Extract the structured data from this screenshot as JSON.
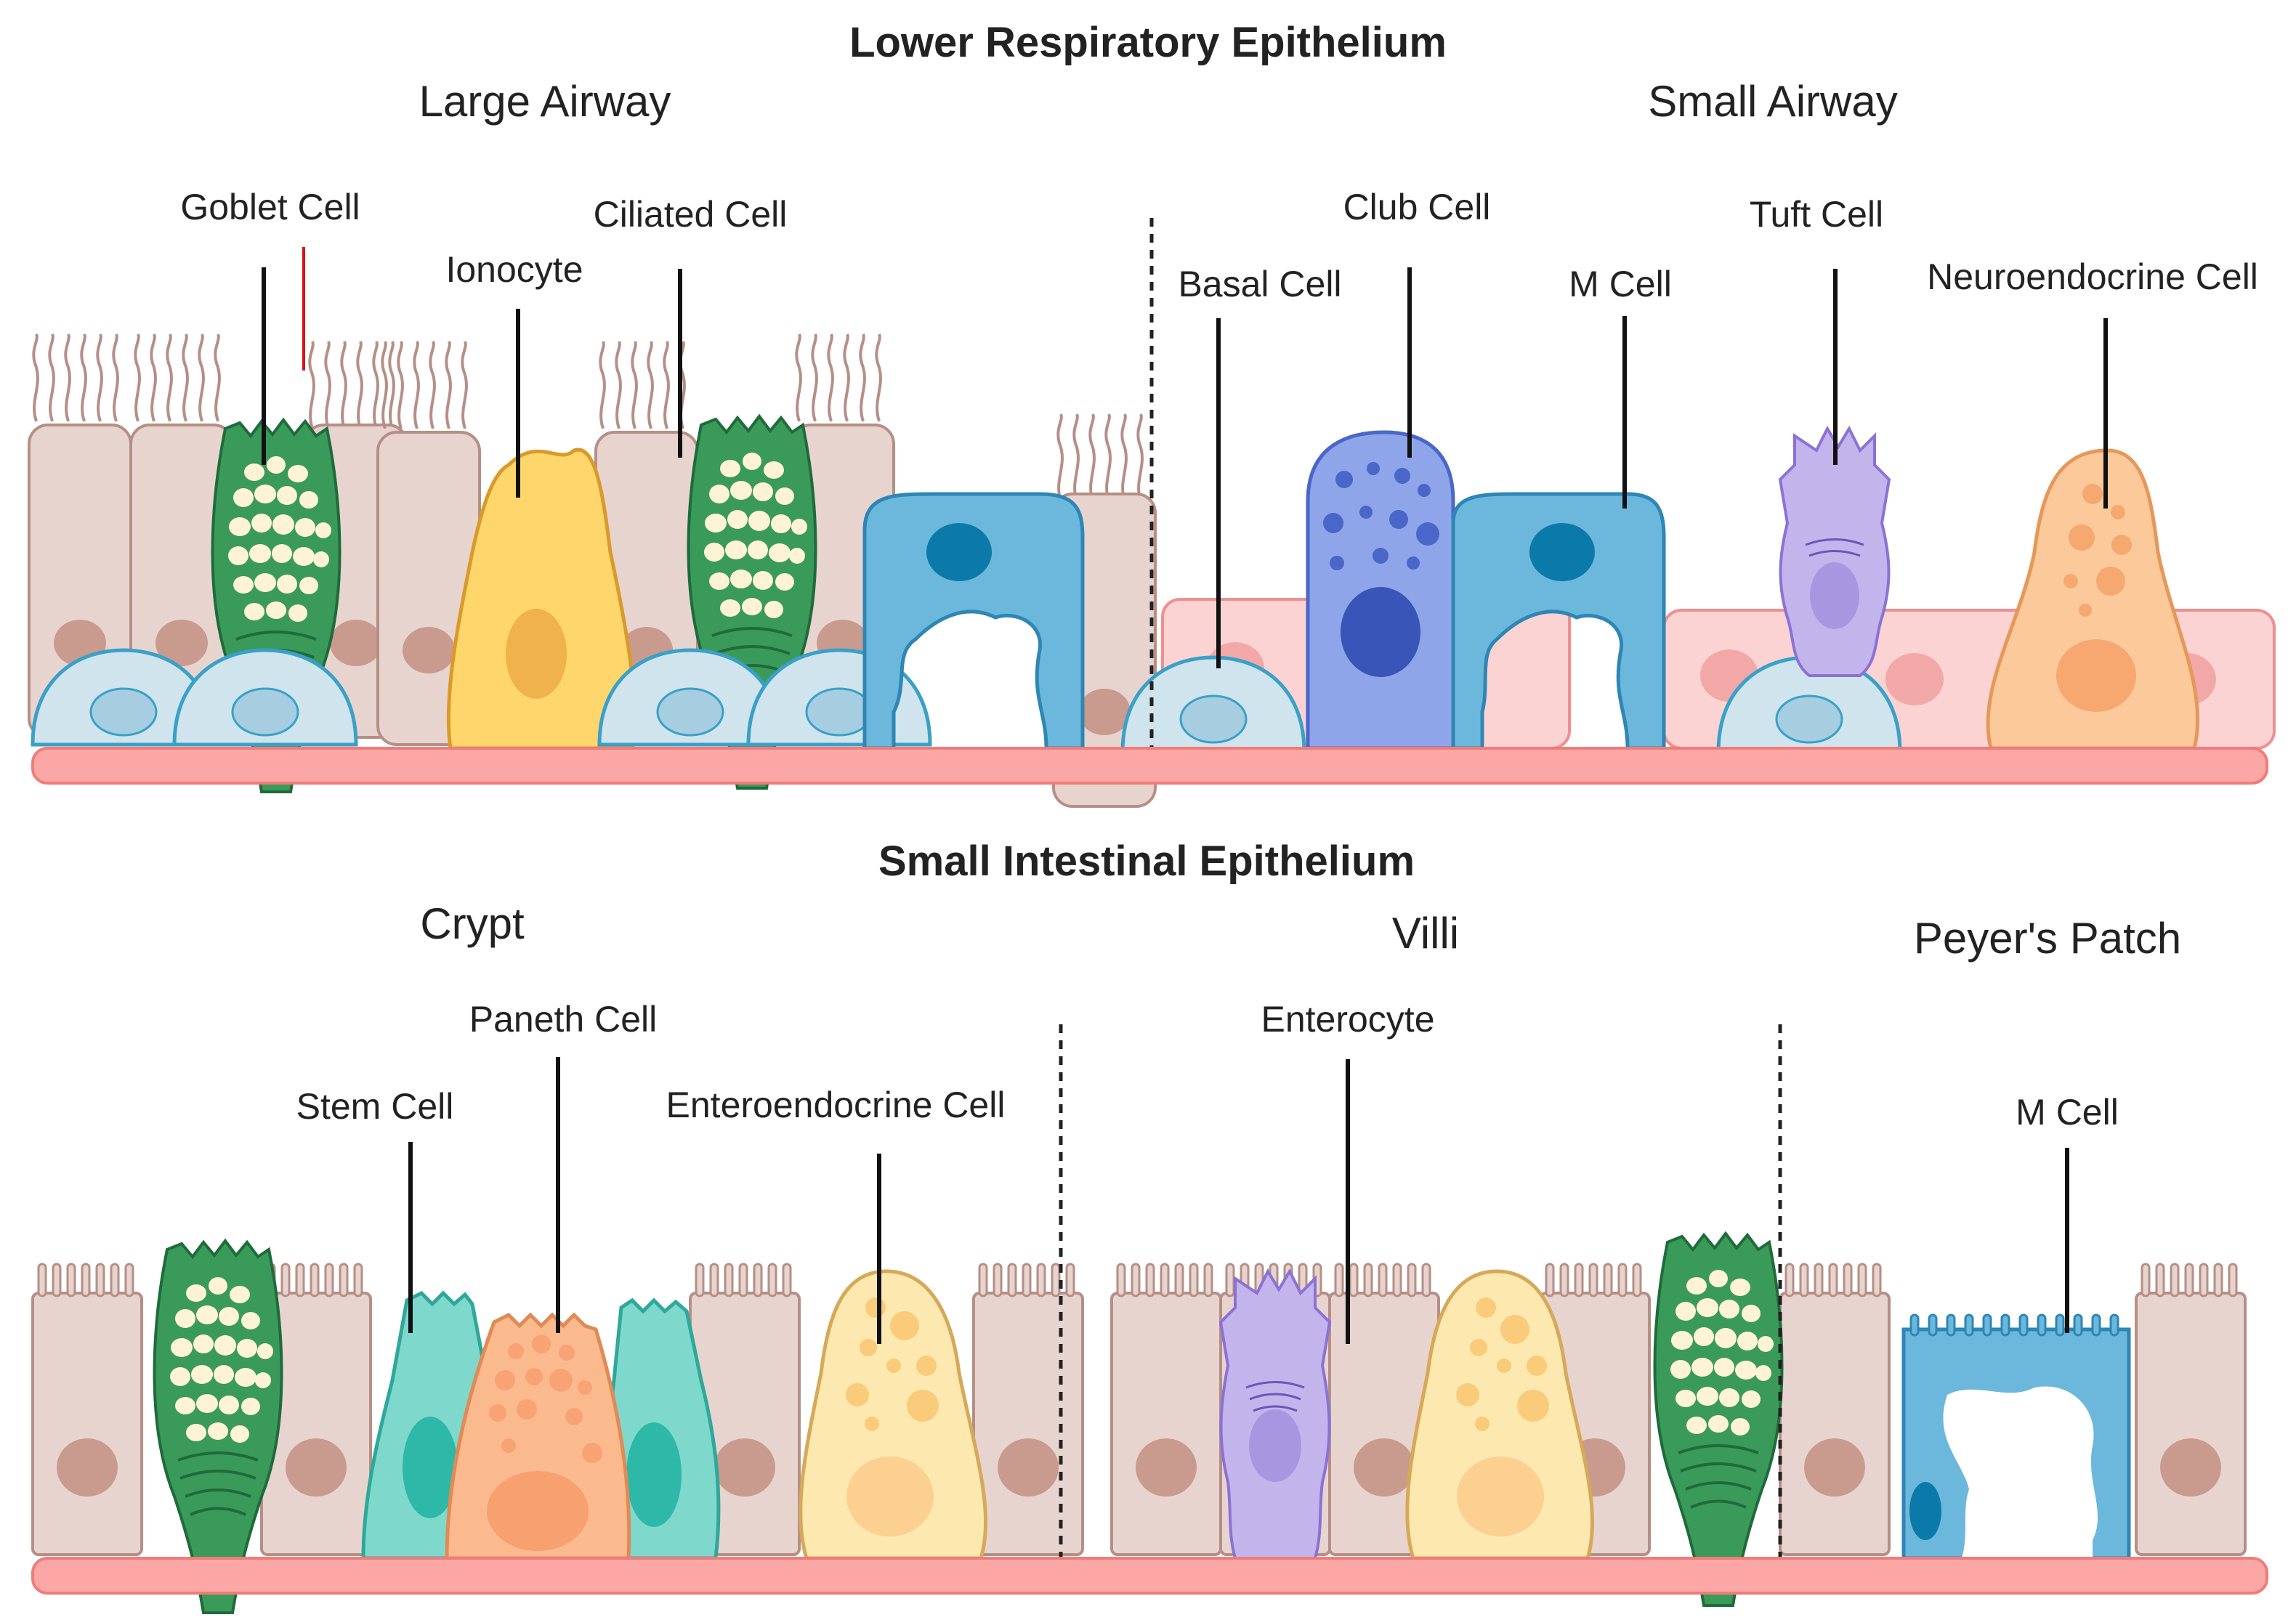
{
  "respiratory": {
    "title": "Lower Respiratory Epithelium",
    "regions": {
      "large": "Large Airway",
      "small": "Small Airway"
    },
    "labels": {
      "goblet": "Goblet Cell",
      "ionocyte": "Ionocyte",
      "ciliated": "Ciliated Cell",
      "basal": "Basal Cell",
      "club": "Club Cell",
      "m_cell": "M Cell",
      "tuft": "Tuft Cell",
      "neuroendocrine": "Neuroendocrine Cell"
    }
  },
  "intestinal": {
    "title": "Small Intestinal Epithelium",
    "regions": {
      "crypt": "Crypt",
      "villi": "Villi",
      "peyer": "Peyer's Patch"
    },
    "labels": {
      "paneth": "Paneth Cell",
      "stem": "Stem Cell",
      "enteroendocrine": "Enteroendocrine Cell",
      "enterocyte": "Enterocyte",
      "m_cell": "M Cell"
    }
  },
  "colors": {
    "basement_membrane": "#fba7a5",
    "columnar": "#e8d4cf",
    "goblet": "#3a9a5a",
    "ionocyte": "#ffd66b",
    "basal": "#cfe4ec",
    "m_cell": "#6cb8dc",
    "club": "#8fa5ea",
    "tuft": "#c4b4ec",
    "neuroendocrine": "#fbc99a",
    "paneth": "#fbb98e",
    "stem": "#7fd8cc",
    "enteroendocrine": "#fde8b0",
    "club_support": "#fbd3d3"
  }
}
